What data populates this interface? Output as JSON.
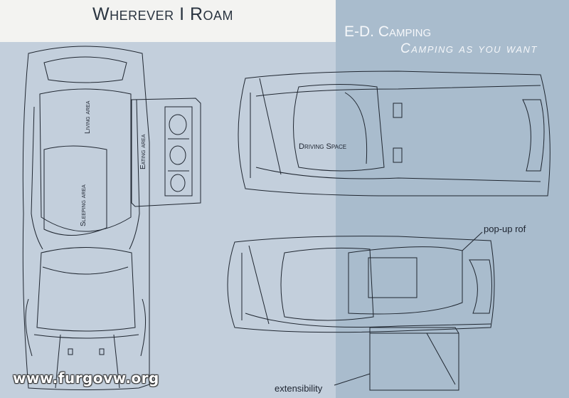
{
  "header": {
    "title": "Wherever I Roam",
    "brand": "E-D. Camping",
    "tagline": "Camping as you want"
  },
  "labels": {
    "living_area": "Living area",
    "eating_area": "Eating area",
    "sleeping_area": "Sleeping area",
    "driving_space": "Driving Space",
    "popup_roof": "pop-up rof",
    "extensibility": "extensibility"
  },
  "watermark": "www.furgovw.org",
  "colors": {
    "background_light": "#f3f3f1",
    "background_blue": "#c3cfdc",
    "background_dark_blue": "#a9bccd",
    "line": "#1f2630",
    "title_text": "#2a3440",
    "brand_text": "#f5f7fa"
  }
}
